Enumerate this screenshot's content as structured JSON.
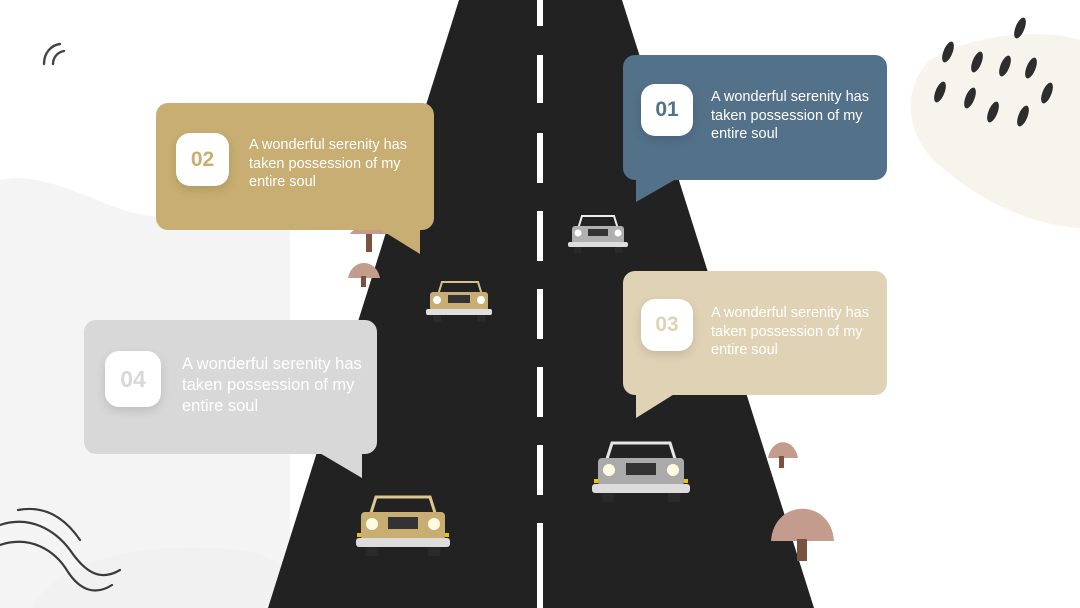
{
  "colors": {
    "road": "#222222",
    "blue": "#537189",
    "gold": "#c8ae72",
    "beige": "#e0d2b4",
    "grey": "#d8d8d8",
    "mushroom": "#c49c8e",
    "blob": "#f7f4ee"
  },
  "steps": [
    {
      "number": "01",
      "text": "A wonderful serenity has taken possession of my entire soul"
    },
    {
      "number": "02",
      "text": "A wonderful serenity has taken possession of my entire soul"
    },
    {
      "number": "03",
      "text": "A wonderful serenity has taken possession of my entire soul"
    },
    {
      "number": "04",
      "text": "A wonderful serenity has taken possession of my entire soul"
    }
  ]
}
